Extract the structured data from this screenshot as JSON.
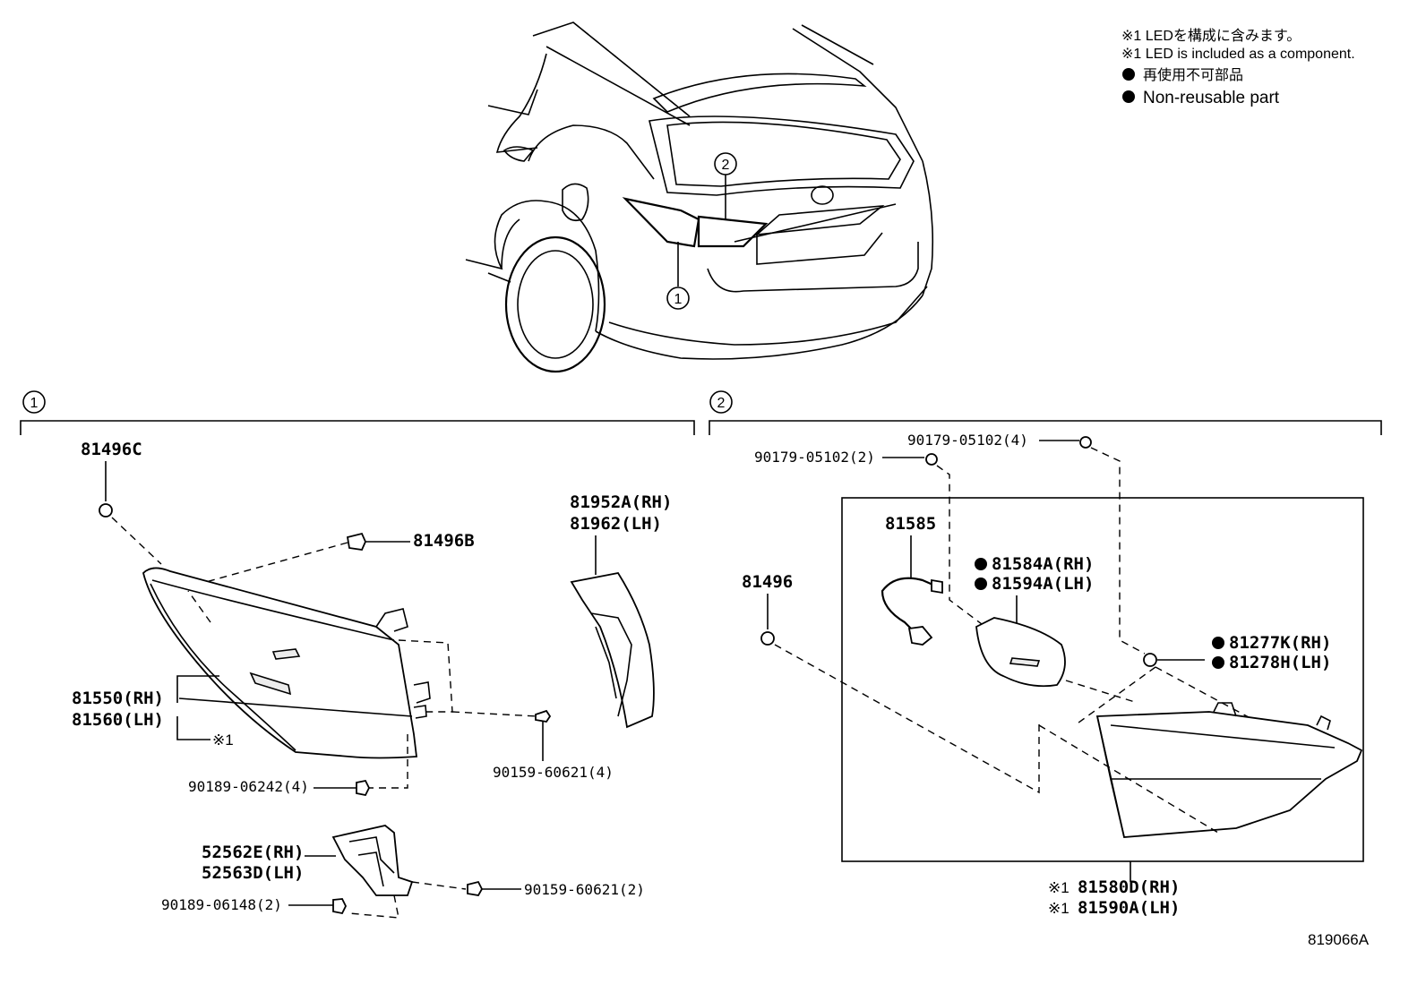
{
  "notes": {
    "line1": "※1 LEDを構成に含みます。",
    "line2": "※1 LED is included as a component.",
    "line3": "再使用不可部品",
    "line4": "Non-reusable part"
  },
  "callouts": {
    "c1": "1",
    "c2": "2"
  },
  "group1": {
    "number": "1",
    "labels": {
      "p81496C": "81496C",
      "p81496B": "81496B",
      "p81952A": "81952A(RH)",
      "p81962": "81962(LH)",
      "p81550": "81550(RH)",
      "p81560": "81560(LH)",
      "note1": "※1",
      "p90159a": "90159-60621(4)",
      "p90189a": "90189-06242(4)",
      "p52562E": "52562E(RH)",
      "p52563D": "52563D(LH)",
      "p90159b": "90159-60621(2)",
      "p90189b": "90189-06148(2)"
    }
  },
  "group2": {
    "number": "2",
    "labels": {
      "p90179a": "90179-05102(4)",
      "p90179b": "90179-05102(2)",
      "p81585": "81585",
      "p81584A": "81584A(RH)",
      "p81594A": "81594A(LH)",
      "p81496": "81496",
      "p81277K": "81277K(RH)",
      "p81278H": "81278H(LH)",
      "p81580D": "81580D(RH)",
      "p81590A": "81590A(LH)",
      "note1a": "※1",
      "note1b": "※1"
    }
  },
  "diagram_code": "819066A"
}
